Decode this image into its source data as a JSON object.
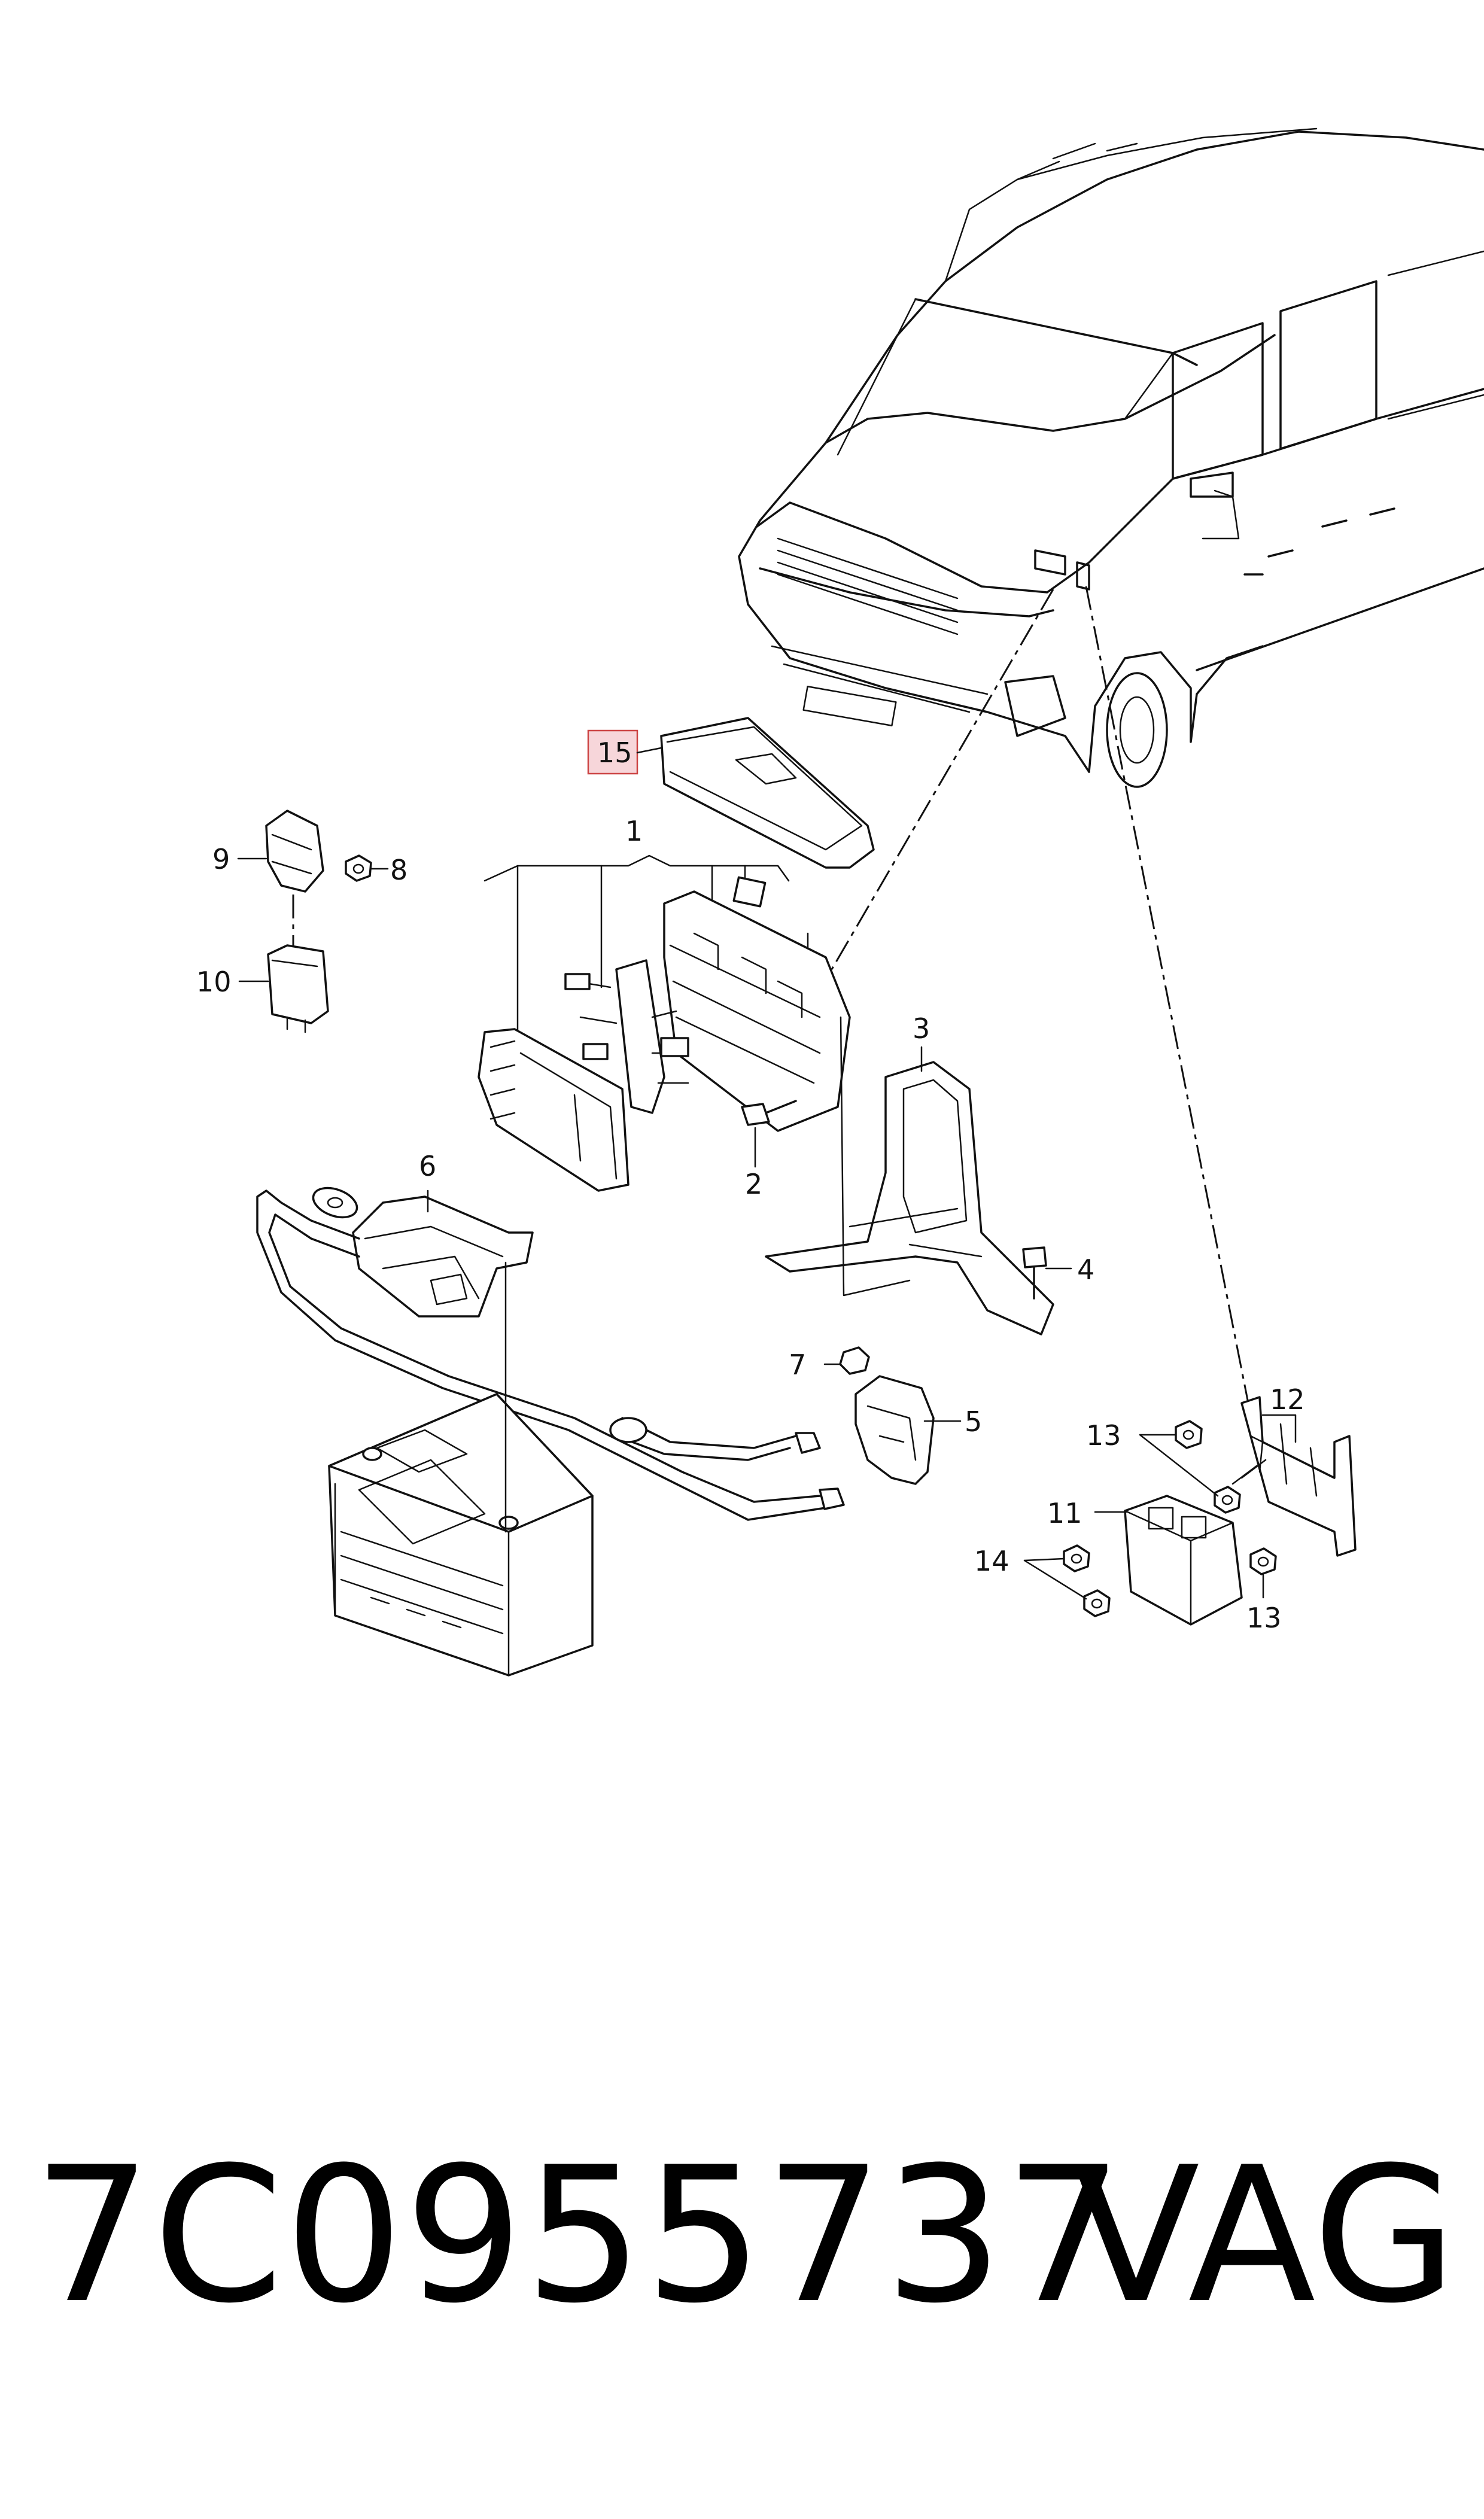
{
  "callouts": {
    "c1": "1",
    "c2": "2",
    "c3": "3",
    "c4": "4",
    "c5": "5",
    "c6": "6",
    "c7": "7",
    "c8": "8",
    "c9": "9",
    "c10": "10",
    "c11": "11",
    "c12": "12",
    "c13a": "13",
    "c13b": "13",
    "c14": "14",
    "c15": "15"
  },
  "highlight_color": "#f7d6da",
  "footer": {
    "part_number": "7C0955737",
    "brand": "VAG"
  }
}
